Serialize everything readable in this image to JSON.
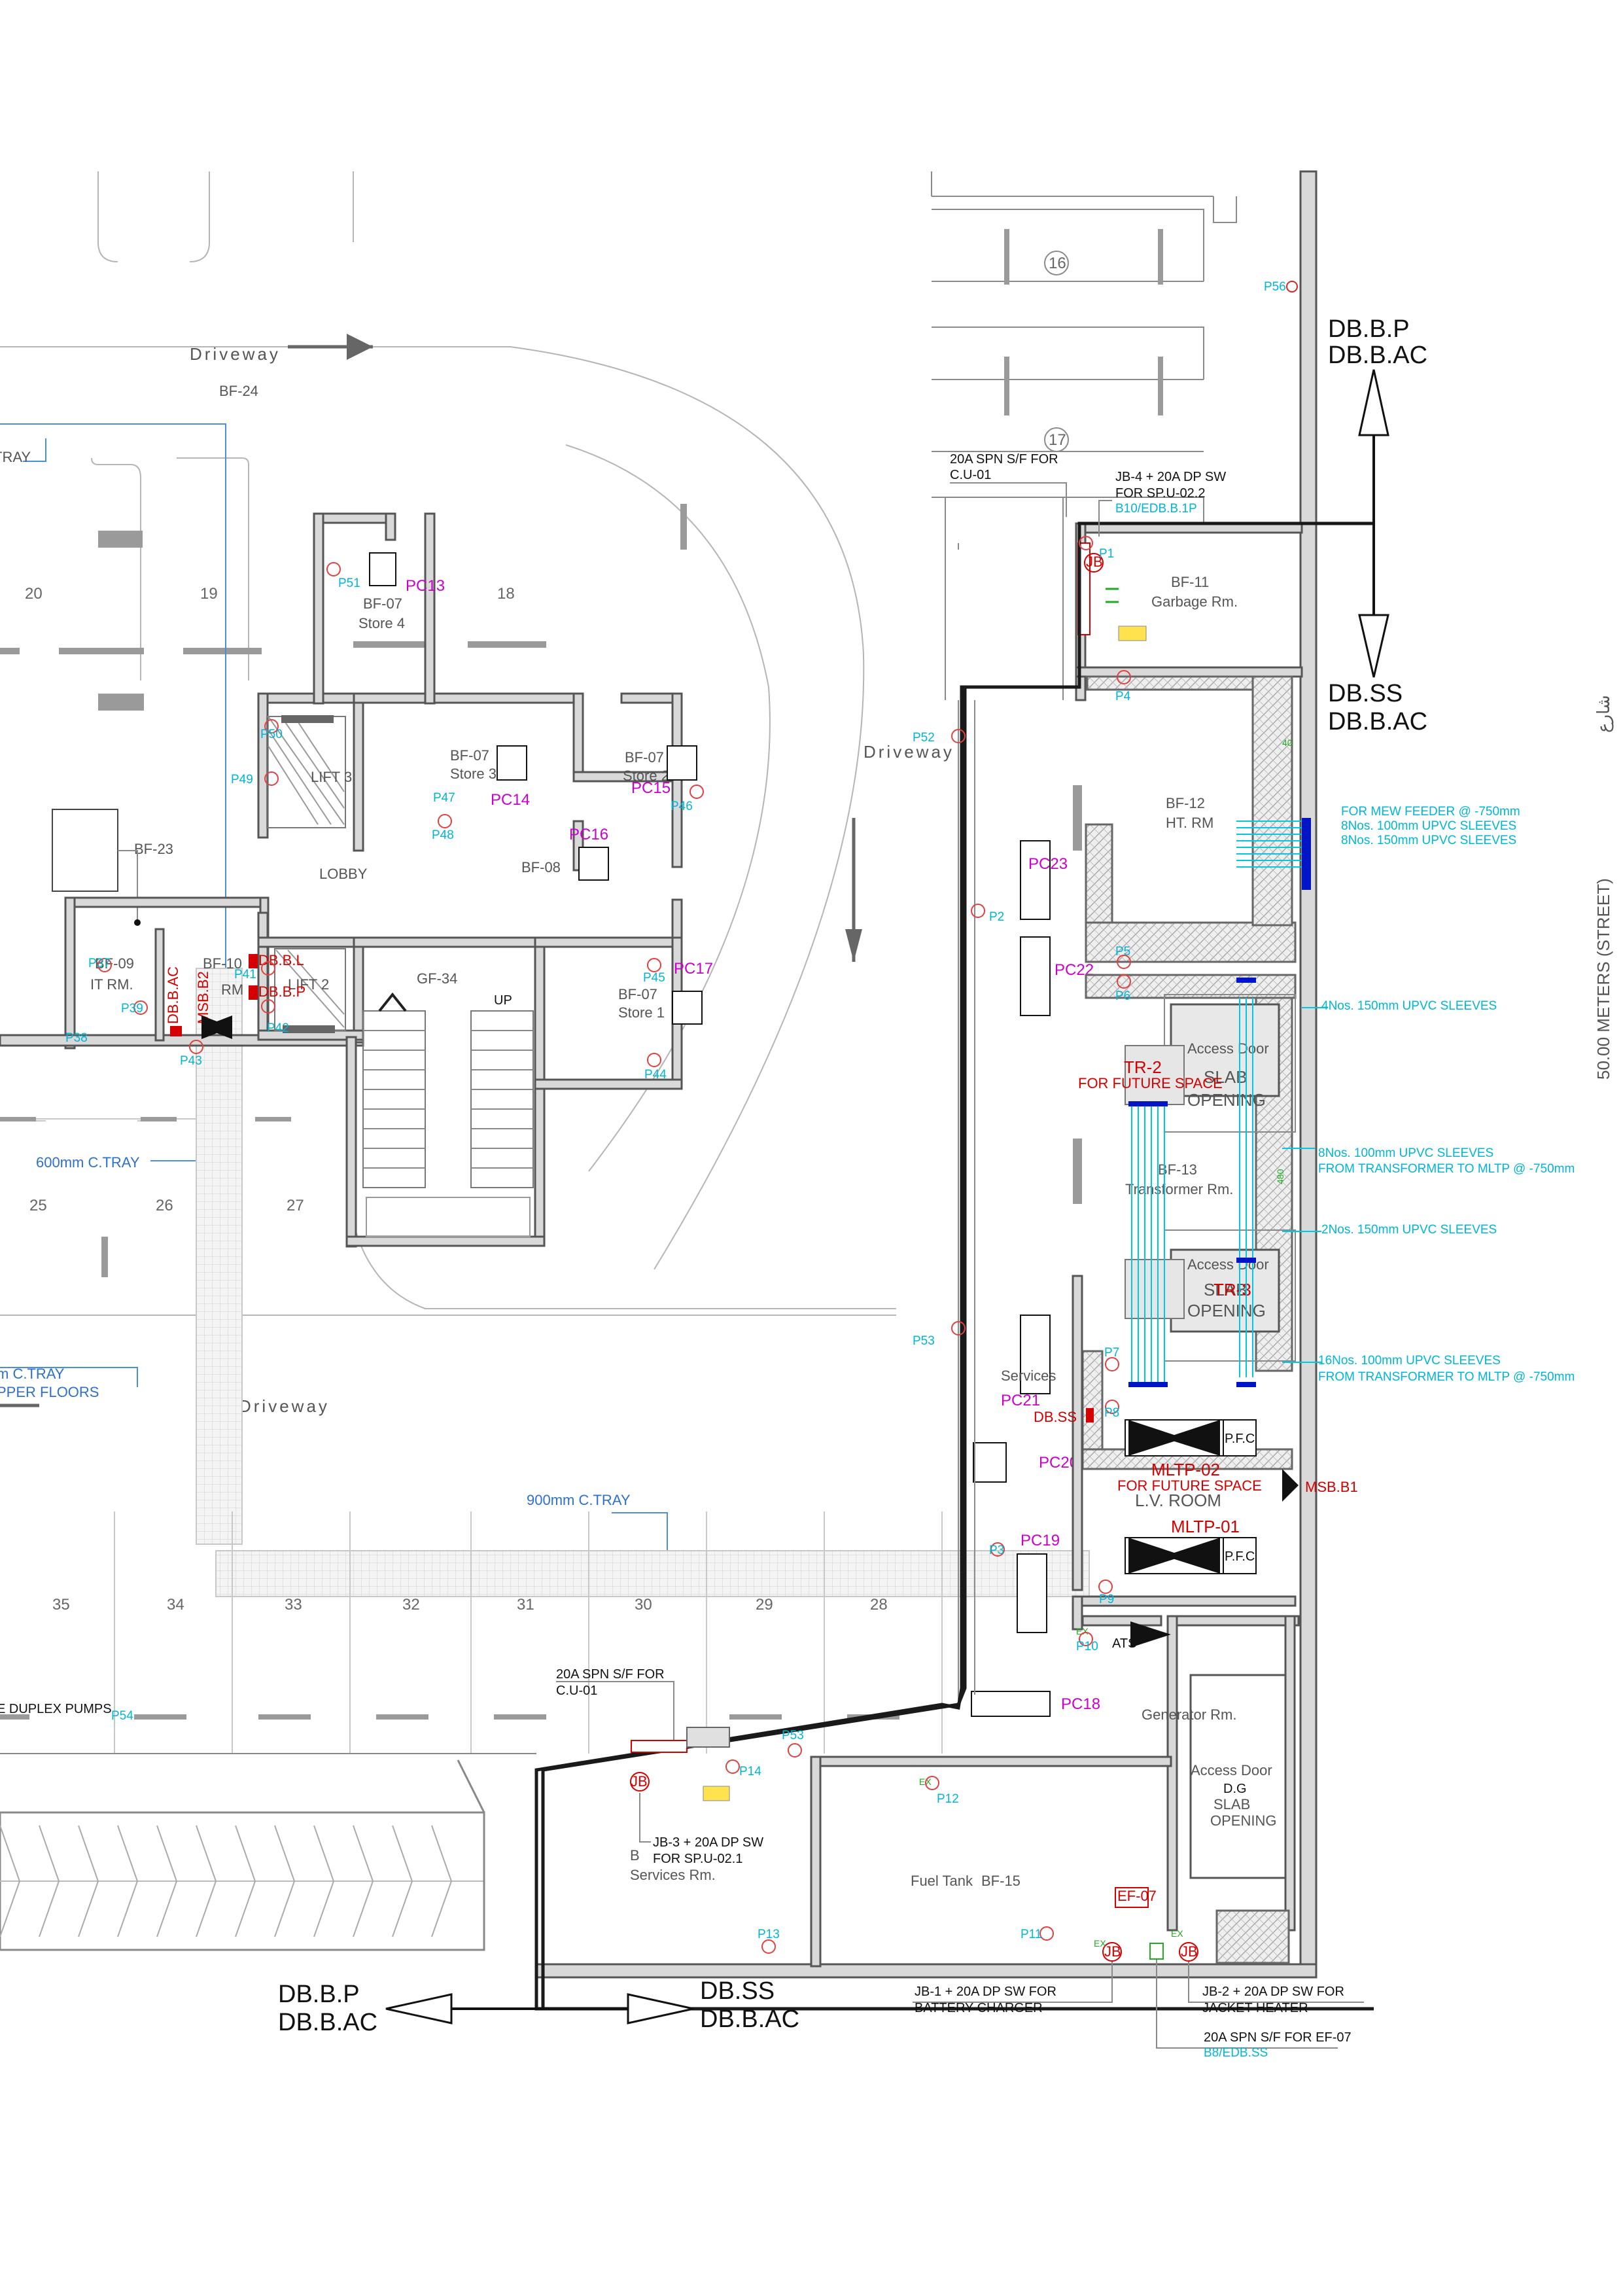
{
  "drawing": {
    "street_label": "50.00 METERS (STREET)",
    "street_arabic": "شارع",
    "driveway_label": "Driveway",
    "feeder_labels": {
      "top_right": [
        "DB.B.P",
        "DB.B.AC"
      ],
      "mid_right": [
        "DB.SS",
        "DB.B.AC"
      ],
      "bottom_left": [
        "DB.B.P",
        "DB.B.AC"
      ],
      "bottom_right": [
        "DB.SS",
        "DB.B.AC"
      ]
    },
    "rooms": {
      "bf24": "BF-24",
      "bf23": "BF-23",
      "bf09": "BF-09",
      "it_rm": "IT RM.",
      "bf10": "BF-10",
      "rm": "RM",
      "bf07_store4": [
        "BF-07",
        "Store 4"
      ],
      "bf07_store3": [
        "BF-07",
        "Store 3"
      ],
      "bf07_store2": [
        "BF-07",
        "Store 2"
      ],
      "bf07_store1": [
        "BF-07",
        "Store 1"
      ],
      "bf08": "BF-08",
      "lobby": "LOBBY",
      "gf34": "GF-34",
      "up": "UP",
      "lift3": "LIFT 3",
      "lift2": "LIFT 2",
      "bf11": [
        "BF-11",
        "Garbage Rm."
      ],
      "bf12": [
        "BF-12",
        "HT. RM"
      ],
      "bf13": [
        "BF-13",
        "Transformer Rm."
      ],
      "lv_room": "L.V. ROOM",
      "generator": "Generator Rm.",
      "services": "Services Rm.",
      "services2": "Services",
      "bf15_fuel": "Fuel Tank",
      "bf15": "BF-15",
      "bf_prefix": "B"
    },
    "bays": [
      "16",
      "17",
      "18",
      "19",
      "20",
      "25",
      "26",
      "27",
      "28",
      "29",
      "30",
      "31",
      "32",
      "33",
      "34",
      "35"
    ],
    "points": [
      "P1",
      "P2",
      "P3",
      "P4",
      "P5",
      "P6",
      "P7",
      "P8",
      "P9",
      "P10",
      "P11",
      "P12",
      "P13",
      "P14",
      "P36",
      "P37",
      "P38",
      "P39",
      "P40",
      "P41",
      "P42",
      "P43",
      "P44",
      "P45",
      "P46",
      "P47",
      "P48",
      "P49",
      "P50",
      "P51",
      "P52",
      "P53",
      "P54",
      "P56"
    ],
    "pc_units": [
      "PC13",
      "PC14",
      "PC15",
      "PC16",
      "PC17",
      "PC18",
      "PC19",
      "PC20",
      "PC21",
      "PC22",
      "PC23"
    ],
    "panels": {
      "db_b_ac": "DB.B.AC",
      "msb_b2": "MSB.B2",
      "db_b_l": "DB.B.L",
      "db_b_p": "DB.B.P",
      "db_ss": "DB.SS",
      "tr2": "TR-2",
      "tr2_note": "FOR FUTURE SPACE",
      "tr3": "TR-3",
      "mltp02": "MLTP-02",
      "mltp02_note": "FOR FUTURE SPACE",
      "mltp01": "MLTP-01",
      "msb_b1": "MSB.B1",
      "pfc": "P.F.C",
      "ats": "ATS",
      "jb": "JB",
      "ex": "EX",
      "ef07": "EF-07"
    },
    "openings": {
      "access_door": "Access Door",
      "slab": "SLAB",
      "opening": "OPENING",
      "dg": "D.G"
    },
    "trays": {
      "t600": "600mm C.TRAY",
      "t900": "900mm C.TRAY",
      "tray_partial": "TRAY",
      "left_tray": "m C.TRAY",
      "left_floors": "PPER FLOORS"
    },
    "notes": {
      "cu01_top": [
        "20A SPN S/F FOR",
        "C.U-01"
      ],
      "jb4": [
        "JB-4 + 20A DP SW",
        "FOR  SP.U-02.2"
      ],
      "jb4_ref": "B10/EDB.B.1P",
      "cu01_bottom": [
        "20A SPN S/F FOR",
        "C.U-01"
      ],
      "jb3": [
        "JB-3 + 20A DP SW",
        "FOR  SP.U-02.1"
      ],
      "jb1": [
        "JB-1 + 20A DP SW FOR",
        "BATTERY CHARGER"
      ],
      "jb2": [
        "JB-2 + 20A DP SW FOR",
        "JACKET HEATER"
      ],
      "ef07_note": "20A SPN S/F FOR EF-07",
      "ef07_ref": "B8/EDB.SS",
      "duplex": "E DUPLEX PUMPS",
      "mew_feeder": [
        "FOR MEW FEEDER @ -750mm",
        "8Nos. 100mm UPVC SLEEVES",
        "8Nos. 150mm UPVC SLEEVES"
      ],
      "sleeves_4": "4Nos. 150mm UPVC SLEEVES",
      "sleeves_8": [
        "8Nos. 100mm UPVC SLEEVES",
        "FROM TRANSFORMER TO MLTP  @ -750mm"
      ],
      "sleeves_2": "2Nos. 150mm UPVC SLEEVES",
      "sleeves_16": [
        "16Nos. 100mm UPVC SLEEVES",
        "FROM TRANSFORMER TO MLTP  @ -750mm"
      ],
      "dim_480": "480",
      "dim_40": "40"
    }
  }
}
